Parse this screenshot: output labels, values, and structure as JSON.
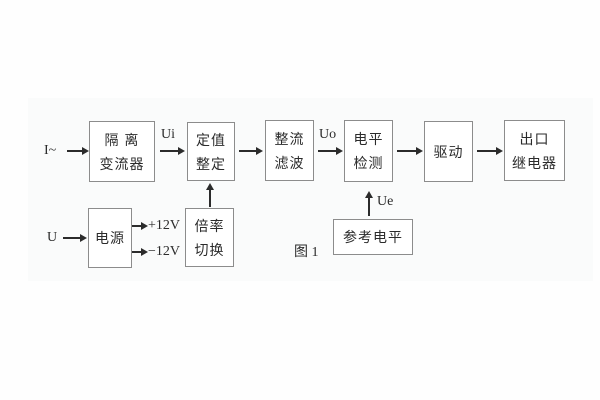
{
  "figure": {
    "caption": "图 1",
    "colors": {
      "page_background": "#fefefe",
      "panel_background": "#fafbfb",
      "box_border": "#8c8c8c",
      "line": "#2b2b2b",
      "text": "#2b2b2b"
    }
  },
  "blocks": {
    "isolation": {
      "line1": "隔 离",
      "line2": "变流器"
    },
    "setting": {
      "line1": "定值",
      "line2": "整定"
    },
    "rectifier": {
      "line1": "整流",
      "line2": "滤波"
    },
    "level_detect": {
      "line1": "电平",
      "line2": "检测"
    },
    "drive": {
      "label": "驱动"
    },
    "output_relay": {
      "line1": "出口",
      "line2": "继电器"
    },
    "power": {
      "label": "电源"
    },
    "ratio_switch": {
      "line1": "倍率",
      "line2": "切换"
    },
    "reference_level": {
      "label": "参考电平"
    }
  },
  "signals": {
    "input_current": "I~",
    "input_voltage": "U",
    "ui": "Ui",
    "uo": "Uo",
    "ue": "Ue",
    "plus12": "+12V",
    "minus12": "−12V"
  }
}
